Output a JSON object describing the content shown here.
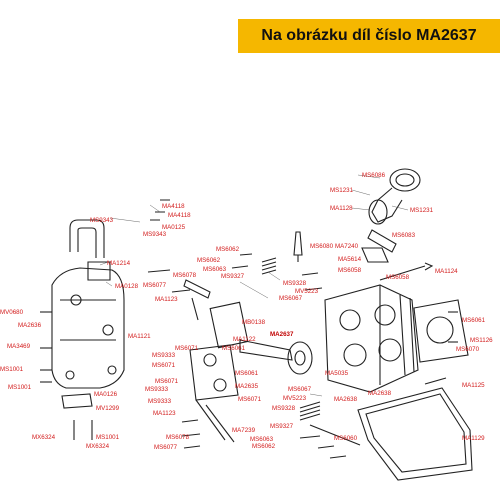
{
  "banner": {
    "text": "Na obrázku díl číslo MA2637",
    "color": "#f5b700"
  },
  "label_color": "#d21a1a",
  "highlighted_part": "MA2637",
  "labels": [
    "MS6086",
    "MS1231",
    "MA1128",
    "MS1231",
    "MS6083",
    "MS6080",
    "MA7240",
    "MA5614",
    "MS6058",
    "MS6058",
    "MA1124",
    "MA4118",
    "MS9343",
    "MA4118",
    "MA0125",
    "MS9343",
    "MS6062",
    "MS6062",
    "MS6063",
    "MS9328",
    "MS9327",
    "MV5223",
    "MS6067",
    "MS6078",
    "MS6077",
    "MA1214",
    "MA0128",
    "MA1123",
    "MB0138",
    "MV0680",
    "MA2636",
    "MA3469",
    "MA1121",
    "MS1001",
    "MS1001",
    "MA2637",
    "MA1122",
    "MS6071",
    "MS6061",
    "MS9333",
    "MS6061",
    "MS6071",
    "MS6071",
    "MS9333",
    "MA2635",
    "MS6071",
    "MS9333",
    "MA1123",
    "MA5035",
    "MA0126",
    "MV1299",
    "MS6067",
    "MV5223",
    "MS9328",
    "MA2638",
    "MA2638",
    "MS9327",
    "MA7239",
    "MS6063",
    "MS6060",
    "MS6062",
    "MS6078",
    "MS6077",
    "MX6324",
    "MS1001",
    "MX6324",
    "MS6061",
    "MS6070",
    "MS1126",
    "MA1125",
    "MA1129"
  ]
}
